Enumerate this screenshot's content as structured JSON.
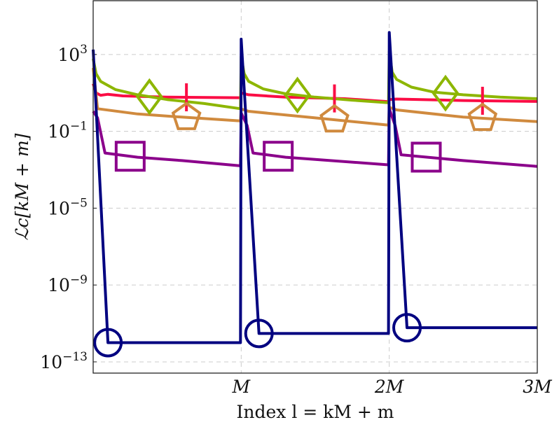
{
  "chart_data": {
    "type": "line",
    "xlabel": "Index l = kM + m",
    "ylabel": "ℒc[kM + m]",
    "xlim": [
      0,
      3
    ],
    "ylim": [
      2.6e-14,
      630000.0
    ],
    "yscale": "log",
    "grid": true,
    "x_unit": "M",
    "x_ticks": [
      {
        "value": 1,
        "label": "M"
      },
      {
        "value": 2,
        "label": "2M"
      },
      {
        "value": 3,
        "label": "3M"
      }
    ],
    "y_ticks": [
      {
        "value": 1000.0,
        "base": "10",
        "exp": "3"
      },
      {
        "value": 0.1,
        "base": "10",
        "exp": "−1"
      },
      {
        "value": 1e-05,
        "base": "10",
        "exp": "−5"
      },
      {
        "value": 1e-09,
        "base": "10",
        "exp": "−9"
      },
      {
        "value": 1e-13,
        "base": "10",
        "exp": "−13"
      }
    ],
    "series": [
      {
        "color": "#fb0d45",
        "marker": "plus",
        "marker_x": [
          0.63,
          1.63,
          2.63
        ],
        "points": [
          [
            0,
            30
          ],
          [
            0.02,
            10
          ],
          [
            0.05,
            7.5
          ],
          [
            0.1,
            8.5
          ],
          [
            0.2,
            7
          ],
          [
            0.5,
            6
          ],
          [
            0.995,
            5.6
          ],
          [
            1,
            10
          ],
          [
            1.05,
            8
          ],
          [
            1.3,
            6
          ],
          [
            1.7,
            5
          ],
          [
            1.995,
            3.5
          ],
          [
            2,
            4.5
          ],
          [
            2.05,
            4.8
          ],
          [
            2.5,
            4
          ],
          [
            3,
            3.6
          ]
        ]
      },
      {
        "color": "#8db600",
        "marker": "diamond",
        "marker_x": [
          0.38,
          1.38,
          2.38
        ],
        "points": [
          [
            0,
            600
          ],
          [
            0.02,
            100
          ],
          [
            0.05,
            40
          ],
          [
            0.15,
            15
          ],
          [
            0.3,
            8
          ],
          [
            0.5,
            4.5
          ],
          [
            0.75,
            2.8
          ],
          [
            0.995,
            1.5
          ],
          [
            1,
            800
          ],
          [
            1.02,
            100
          ],
          [
            1.05,
            40
          ],
          [
            1.15,
            16
          ],
          [
            1.3,
            9
          ],
          [
            1.5,
            6
          ],
          [
            1.75,
            4.2
          ],
          [
            1.995,
            3.1
          ],
          [
            2,
            1400
          ],
          [
            2.02,
            120
          ],
          [
            2.05,
            50
          ],
          [
            2.15,
            20
          ],
          [
            2.3,
            11
          ],
          [
            2.5,
            8
          ],
          [
            2.75,
            6
          ],
          [
            3,
            5
          ]
        ]
      },
      {
        "color": "#d08a3e",
        "marker": "pentagon",
        "marker_x": [
          0.63,
          1.63,
          2.63
        ],
        "points": [
          [
            0,
            200
          ],
          [
            0.03,
            1.5
          ],
          [
            0.3,
            0.8
          ],
          [
            0.6,
            0.55
          ],
          [
            0.995,
            0.35
          ],
          [
            1,
            1.45
          ],
          [
            1.05,
            1.1
          ],
          [
            1.5,
            0.5
          ],
          [
            1.995,
            0.21
          ],
          [
            2,
            1.8
          ],
          [
            2.05,
            1.3
          ],
          [
            2.5,
            0.55
          ],
          [
            3,
            0.32
          ]
        ]
      },
      {
        "color": "#8b008b",
        "marker": "square",
        "marker_x": [
          0.25,
          1.25,
          2.25
        ],
        "points": [
          [
            0,
            1.1
          ],
          [
            0.03,
            0.5
          ],
          [
            0.08,
            0.0074
          ],
          [
            0.3,
            0.0045
          ],
          [
            0.6,
            0.003
          ],
          [
            0.995,
            0.0016
          ],
          [
            1,
            0.9
          ],
          [
            1.04,
            0.2
          ],
          [
            1.08,
            0.0074
          ],
          [
            1.3,
            0.0045
          ],
          [
            1.995,
            0.0018
          ],
          [
            2,
            1.5
          ],
          [
            2.04,
            0.2
          ],
          [
            2.08,
            0.006
          ],
          [
            2.5,
            0.003
          ],
          [
            3,
            0.0015
          ]
        ]
      },
      {
        "color": "#000080",
        "marker": "circle",
        "marker_x": [
          0.1,
          1.12,
          2.12
        ],
        "points": [
          [
            0,
            1800
          ],
          [
            0.1,
            1e-12
          ],
          [
            0.995,
            1e-12
          ],
          [
            1,
            6300
          ],
          [
            1.12,
            3e-12
          ],
          [
            1.995,
            3e-12
          ],
          [
            2,
            14000
          ],
          [
            2.12,
            6e-12
          ],
          [
            3,
            6e-12
          ]
        ]
      }
    ]
  }
}
